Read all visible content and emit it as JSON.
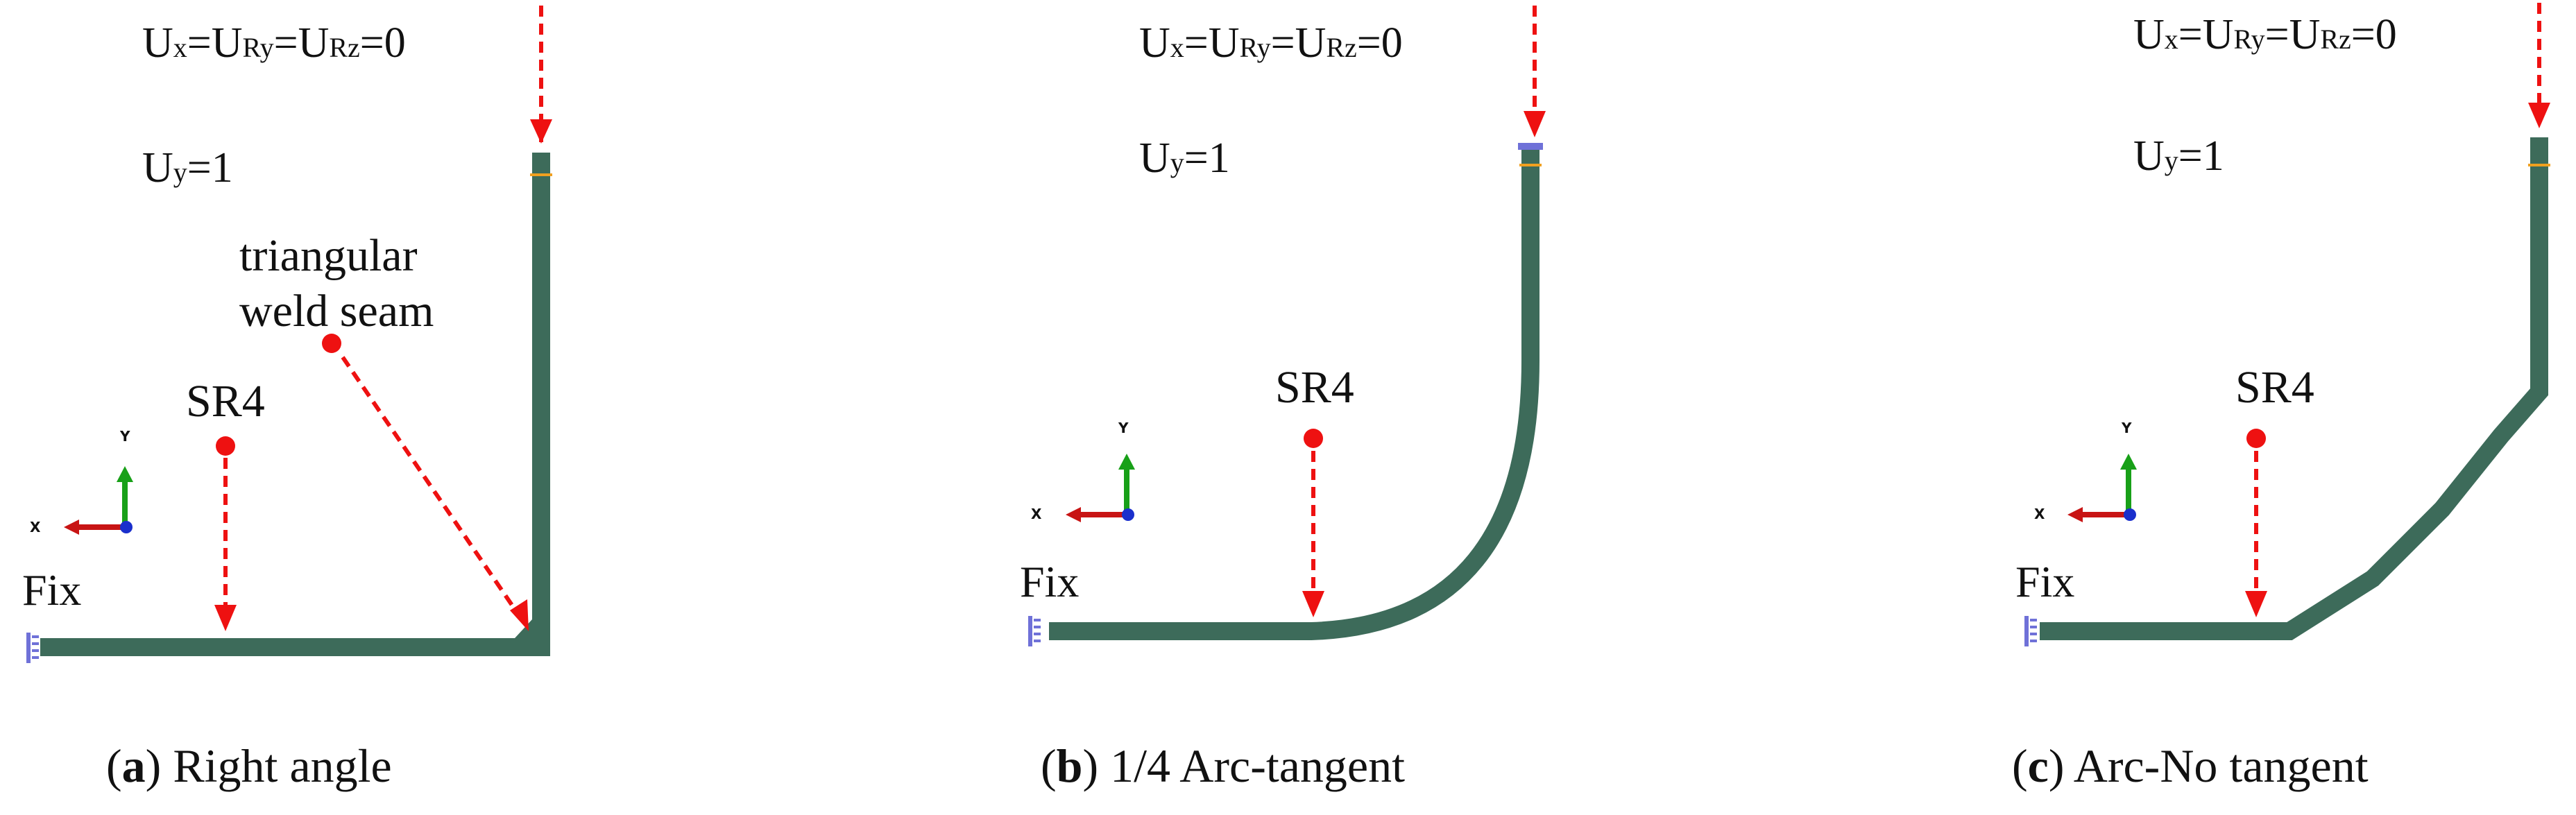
{
  "colors": {
    "member": "#3d6b5a",
    "member_edge": "#2b4f42",
    "load_arrow": "#ee1111",
    "axis_x": "#c81414",
    "axis_y": "#18a018",
    "axis_z": "#1a2fcc",
    "support": "#6f71d8",
    "pin": "#f0a020",
    "text": "#111111"
  },
  "panels": [
    {
      "id": "a",
      "bc_top": {
        "u": "U",
        "x": "x",
        "eq": "=",
        "r1": "Ry",
        "r2": "Rz",
        "zero": "0"
      },
      "bc_load": {
        "u": "U",
        "y": "y",
        "eq": "=1"
      },
      "weld_label": [
        "triangular",
        "weld seam"
      ],
      "sr4_label": "SR4",
      "fix_label": "Fix",
      "axis_x_label": "X",
      "axis_y_label": "Y",
      "caption_letter": "a",
      "caption_text": " Right angle"
    },
    {
      "id": "b",
      "bc_top": {
        "u": "U",
        "x": "x",
        "eq": "=",
        "r1": "Ry",
        "r2": "Rz",
        "zero": "0"
      },
      "bc_load": {
        "u": "U",
        "y": "y",
        "eq": "=1"
      },
      "sr4_label": "SR4",
      "fix_label": "Fix",
      "axis_x_label": "X",
      "axis_y_label": "Y",
      "caption_letter": "b",
      "caption_text": " 1/4 Arc-tangent"
    },
    {
      "id": "c",
      "bc_top": {
        "u": "U",
        "x": "x",
        "eq": "=",
        "r1": "Ry",
        "r2": "Rz",
        "zero": "0"
      },
      "bc_load": {
        "u": "U",
        "y": "y",
        "eq": "=1"
      },
      "sr4_label": "SR4",
      "fix_label": "Fix",
      "axis_x_label": "X",
      "axis_y_label": "Y",
      "caption_letter": "c",
      "caption_text": " Arc-No tangent"
    }
  ]
}
